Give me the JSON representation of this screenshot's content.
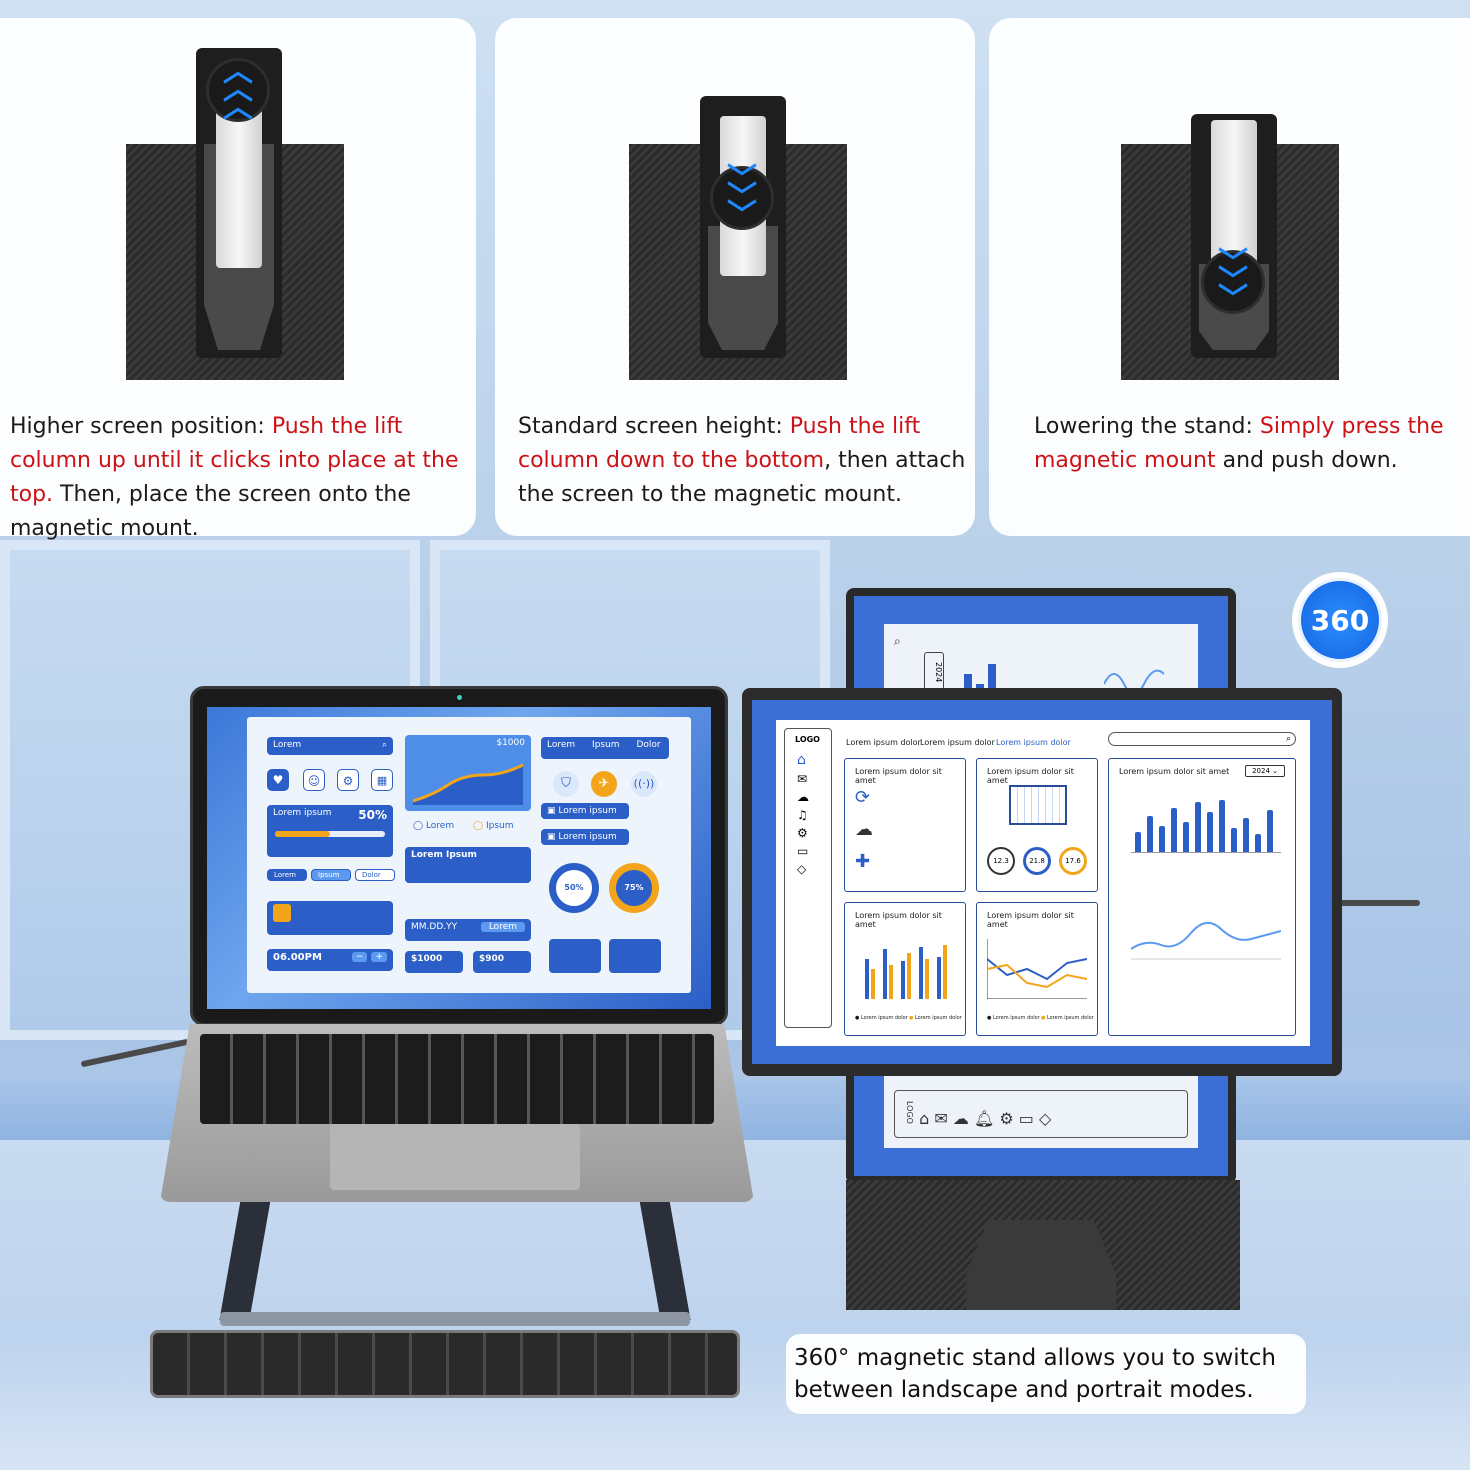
{
  "cards": [
    {
      "prefix": "Higher screen position: ",
      "highlight": "Push the lift column up until it clicks into place at the top.",
      "suffix": " Then, place the screen onto the magnetic mount."
    },
    {
      "prefix": "Standard screen height: ",
      "highlight": "Push the lift column down to the bottom",
      "suffix": ", then attach the screen to the magnetic mount."
    },
    {
      "prefix": "Lowering the stand: ",
      "highlight": "Simply press the magnetic mount",
      "suffix": " and push down."
    }
  ],
  "badge": {
    "label": "360"
  },
  "laptop_dashboard": {
    "search": "Lorem",
    "amount_top": "$1000",
    "tabs": [
      "Lorem",
      "Ipsum",
      "Dolor"
    ],
    "progress_label": "Lorem ipsum",
    "progress_value": "50%",
    "progress_fraction": 0.5,
    "legend": [
      "Lorem",
      "Ipsum"
    ],
    "card_title": "Lorem Ipsum",
    "list_items": [
      "Lorem ipsum",
      "Lorem ipsum"
    ],
    "ring_values": [
      "50%",
      "75%"
    ],
    "pills": [
      "Lorem",
      "Ipsum",
      "Dolor"
    ],
    "date": "MM.DD.YY",
    "date_button": "Lorem",
    "time": "06.00PM",
    "amount_a": "$1000",
    "amount_b": "$900"
  },
  "monitor_dashboard": {
    "logo": "LOGO",
    "nav": [
      "Lorem ipsum dolor",
      "Lorem ipsum dolor",
      "Lorem ipsum dolor"
    ],
    "panel_titles": [
      "Lorem ipsum dolor sit amet",
      "Lorem ipsum dolor sit amet",
      "Lorem ipsum dolor sit amet",
      "Lorem ipsum dolor sit amet",
      "Lorem ipsum dolor sit amet"
    ],
    "year": "2024",
    "gauges": [
      "12.3",
      "21.8",
      "17.6"
    ],
    "legend": [
      "Lorem ipsum dolor",
      "Lorem ipsum dolor"
    ]
  },
  "portrait_dashboard": {
    "logo": "LOGO",
    "year": "2024"
  },
  "caption": {
    "line1": "360° magnetic stand allows you to switch",
    "line2": "between landscape and portrait modes."
  },
  "colors": {
    "highlight": "#cc1216",
    "accent_blue": "#1e88ff",
    "screen_blue": "#3b6fd6",
    "dash_orange": "#f2a51a"
  }
}
